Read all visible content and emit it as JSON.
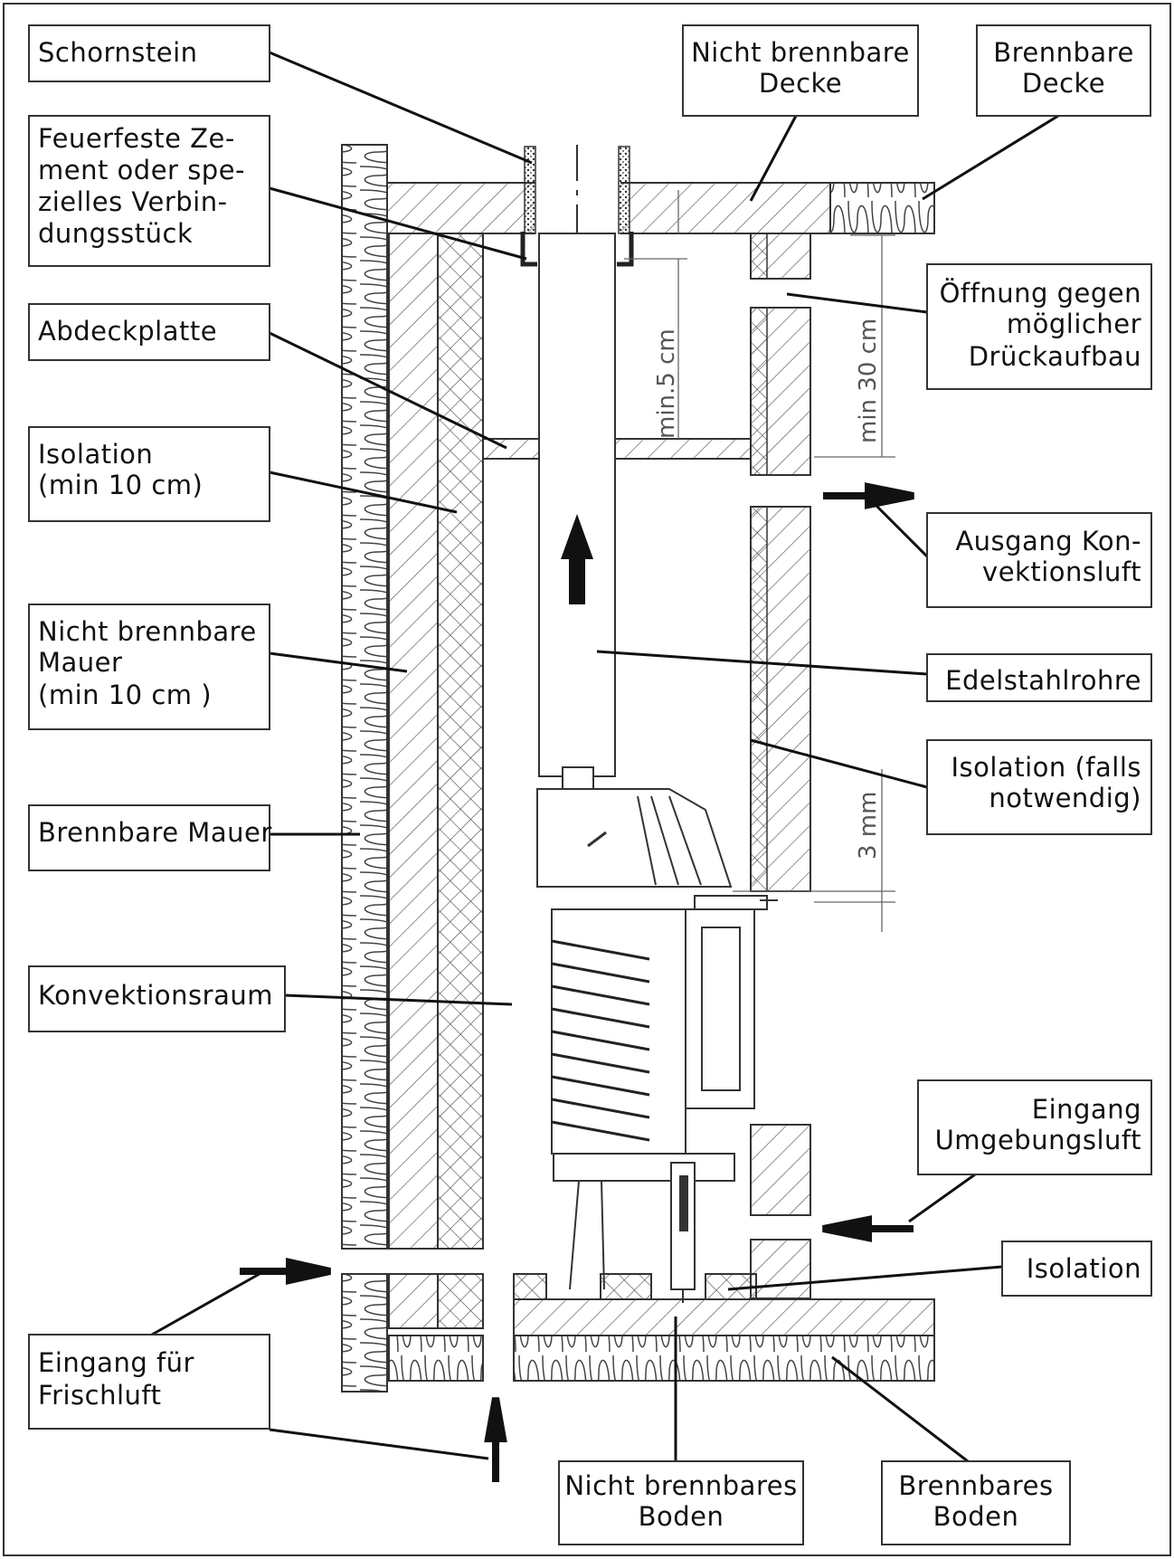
{
  "diagram": {
    "labels": {
      "schornstein": [
        "Schornstein"
      ],
      "nicht_brennbare_decke": [
        "Nicht brennbare",
        "Decke"
      ],
      "brennbare_decke": [
        "Brennbare",
        "Decke"
      ],
      "feuerfeste": [
        "Feuerfeste Ze-",
        "ment oder spe-",
        "zielles  Verbin-",
        "dungsstück"
      ],
      "abdeckplatte": [
        "Abdeckplatte"
      ],
      "oeffnung": [
        "Öffnung gegen",
        "möglicher",
        "Drückaufbau"
      ],
      "isolation_min": [
        "Isolation",
        "(min 10 cm)"
      ],
      "ausgang": [
        "Ausgang Kon-",
        "vektionsluft"
      ],
      "nicht_brennbare_mauer": [
        "Nicht brennbare",
        "Mauer",
        "(min 10 cm )"
      ],
      "edelstahlrohre": [
        "Edelstahlrohre"
      ],
      "isolation_falls": [
        "Isolation (falls",
        "notwendig)"
      ],
      "brennbare_mauer": [
        "Brennbare Mauer"
      ],
      "konvektionsraum": [
        "Konvektionsraum"
      ],
      "eingang_umgebungsluft": [
        "Eingang",
        "Umgebungsluft"
      ],
      "isolation": [
        "Isolation"
      ],
      "eingang_frischluft": [
        "Eingang für",
        "Frischluft"
      ],
      "nicht_brennbares_boden": [
        "Nicht brennbares",
        "Boden"
      ],
      "brennbares_boden": [
        "Brennbares",
        "Boden"
      ]
    },
    "dimensions": {
      "min5": "min.5  cm",
      "min30": "min  30  cm",
      "mm3": "3  mm"
    }
  }
}
